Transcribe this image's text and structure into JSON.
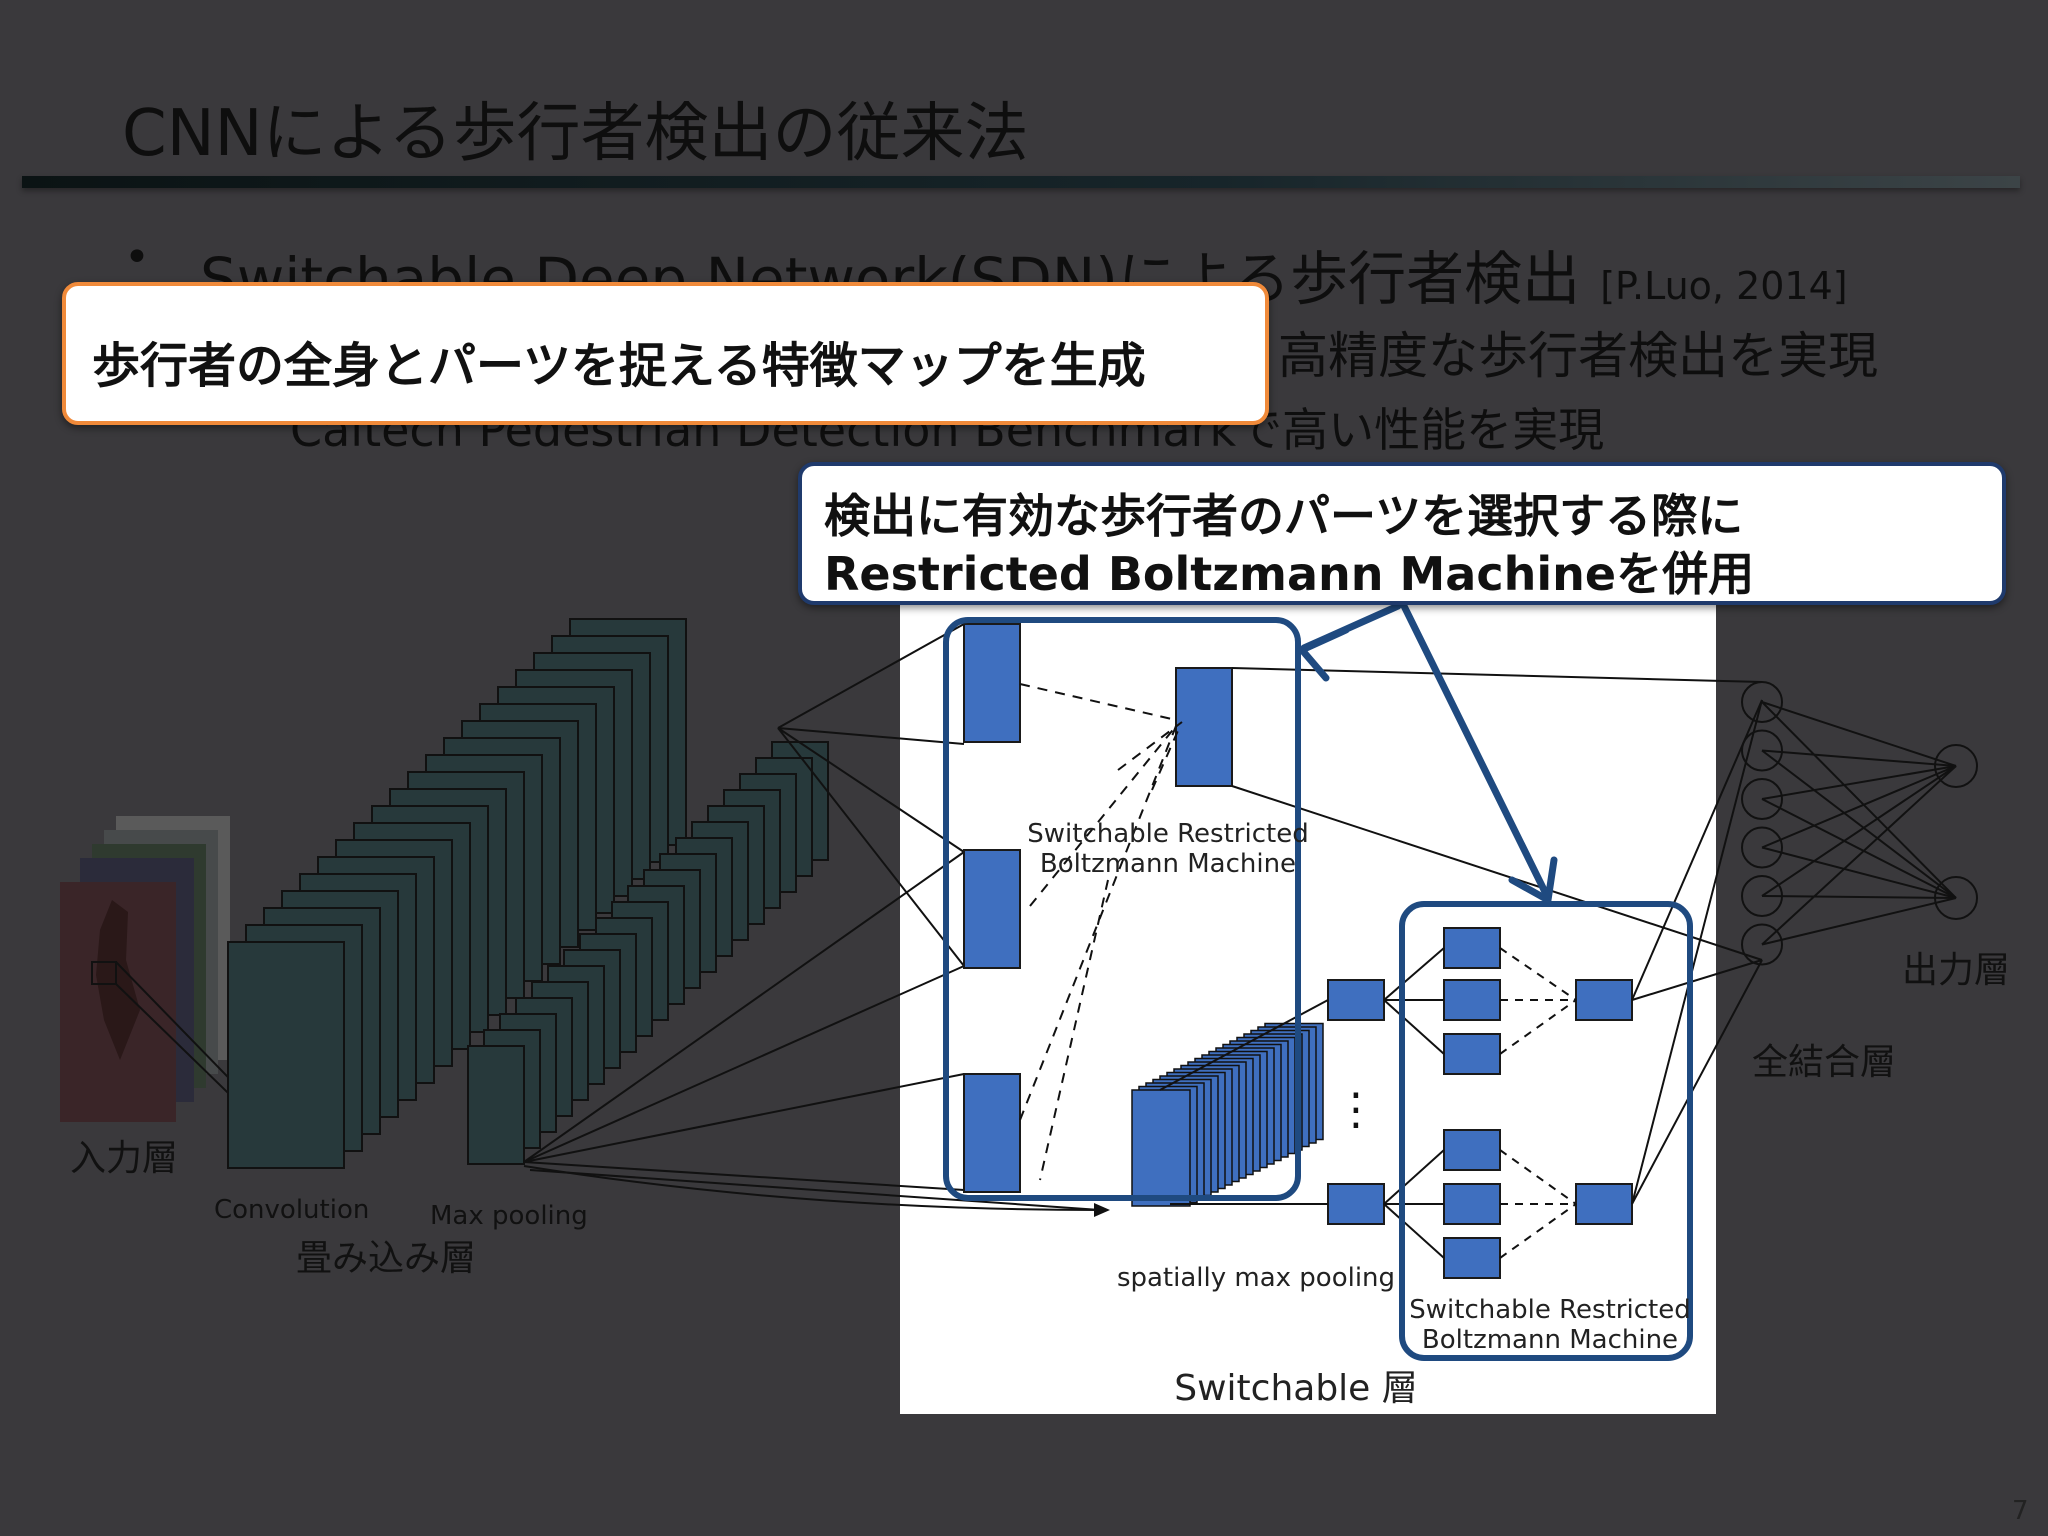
{
  "slide": {
    "title": "CNNによる歩行者検出の従来法",
    "bullet_mark": "•",
    "bullet_text": "Switchable Deep Network(SDN)による歩行者検出",
    "citation": "[P.Luo, 2014]",
    "sub_line_1": "高精度な歩行者検出を実現",
    "sub_line_2_hidden": "Caltech Pedestrian Detection Benchmarkで高い",
    "sub_line_2_visible": "性能を実現",
    "page_number": "7"
  },
  "callouts": {
    "orange": "歩行者の全身とパーツを捉える特徴マップを生成",
    "blue_line1": "検出に有効な歩行者のパーツを選択する際に",
    "blue_line2": "Restricted Boltzmann Machineを併用"
  },
  "diagram": {
    "input_label": "入力層",
    "convolution_label": "Convolution",
    "maxpool_label": "Max pooling",
    "conv_layer_label": "畳み込み層",
    "srbm_label_top_1": "Switchable Restricted",
    "srbm_label_top_2": "Boltzmann Machine",
    "spatial_pool_label": "spatially max pooling",
    "srbm_label_bottom_1": "Switchable Restricted",
    "srbm_label_bottom_2": "Boltzmann Machine",
    "switchable_layer_label": "Switchable 層",
    "ellipsis": "⋮",
    "fc_label": "全結合層",
    "output_label": "出力層"
  },
  "colors": {
    "background": "#3a393c",
    "block_blue": "#3f6fbf",
    "callout_orange": "#f08a3a",
    "callout_blue": "#1f3a6c",
    "highlight_blue": "#1f4a80"
  }
}
